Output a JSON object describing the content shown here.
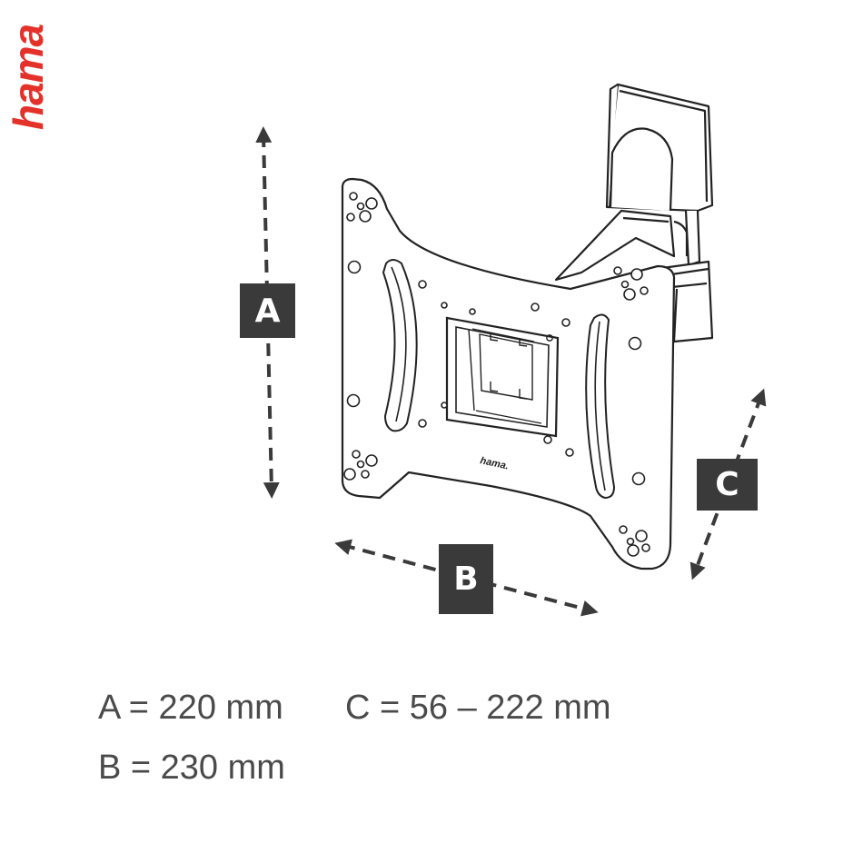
{
  "brand": {
    "logo_text": "hama",
    "color": "#e4322b"
  },
  "diagram": {
    "markers": {
      "a": "A",
      "b": "B",
      "c": "C"
    },
    "plate_logo": "hama."
  },
  "dimensions": {
    "a": "A = 220 mm",
    "b": "B = 230 mm",
    "c": "C = 56 – 222 mm"
  },
  "colors": {
    "marker_bg": "#3a3a3a",
    "line": "#222222",
    "dimension_text": "#4a4a4a"
  }
}
